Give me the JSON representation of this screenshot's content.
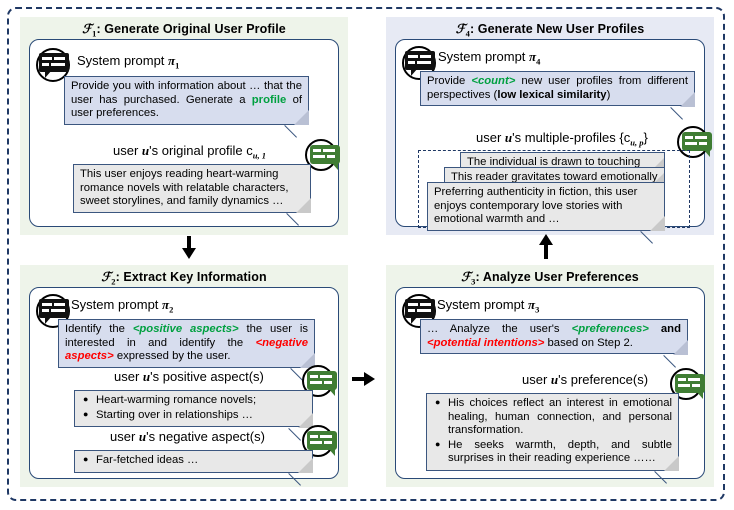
{
  "diagram": {
    "panels": {
      "f1": {
        "id": "F1",
        "sub": "1",
        "title": ": Generate Original User Profile",
        "prompt_label_prefix": "System prompt ",
        "prompt_symbol": "π",
        "prompt_sub": "1",
        "prompt_text_a": "Provide you with information about … that the user has purchased. Generate a ",
        "prompt_kw": "profile",
        "prompt_text_b": " of user preferences.",
        "output_label": "user u's original profile c",
        "output_label_var": "u",
        "output_label_sub": "u, 1",
        "output_text": "This user enjoys reading heart-warming romance novels with relatable characters, sweet storylines, and family dynamics …"
      },
      "f2": {
        "id": "F2",
        "sub": "2",
        "title": ": Extract Key Information",
        "prompt_label_prefix": "System prompt ",
        "prompt_symbol": "π",
        "prompt_sub": "2",
        "prompt_a": "Identify the ",
        "prompt_kw1": "<positive aspects>",
        "prompt_b": " the user is interested in and identify the ",
        "prompt_kw2": "<negative aspects>",
        "prompt_c": " expressed by the user.",
        "pos_label": "user u's positive aspect(s)",
        "pos_items": [
          "Heart-warming romance novels;",
          "Starting over in relationships …"
        ],
        "neg_label": "user u's negative aspect(s)",
        "neg_items": [
          "Far-fetched ideas …"
        ]
      },
      "f3": {
        "id": "F3",
        "sub": "3",
        "title": ": Analyze User Preferences",
        "prompt_label_prefix": "System prompt ",
        "prompt_symbol": "π",
        "prompt_sub": "3",
        "prompt_a": "… Analyze the user's ",
        "prompt_kw1": "<preferences>",
        "prompt_b": " and ",
        "prompt_kw2": "<potential intentions>",
        "prompt_c": " based on Step 2.",
        "pref_label": "user u's preference(s)",
        "pref_items": [
          "His choices reflect an interest in emotional healing, human connection, and personal transformation.",
          "He seeks warmth, depth, and subtle surprises in their reading experience ……"
        ]
      },
      "f4": {
        "id": "F4",
        "sub": "4",
        "title": ": Generate New User Profiles",
        "prompt_label_prefix": "System prompt ",
        "prompt_symbol": "π",
        "prompt_sub": "4",
        "prompt_a": "Provide ",
        "prompt_kw1": "<count>",
        "prompt_b": " new user profiles from different perspectives (",
        "prompt_kw2": "low lexical similarity",
        "prompt_c": ")",
        "output_label": "user u's multiple-profiles {c",
        "output_label_sub": "u, p",
        "output_label_close": "}",
        "stack": [
          "The individual is drawn to touching",
          "This reader gravitates toward emotionally",
          "Preferring authenticity in fiction, this user enjoys contemporary love stories with emotional warmth and …"
        ]
      }
    },
    "icons": {
      "system_prompt": "speech-bubble-black-icon",
      "output": "speech-bubble-green-icon",
      "arrow_down": "arrow-down-icon",
      "arrow_right": "arrow-right-icon",
      "arrow_up": "arrow-up-icon"
    },
    "colors": {
      "outer_border": "#1f3864",
      "panel_green": "#eef4ea",
      "panel_blue": "#e7eaf4",
      "card_border": "#2a4a77",
      "bubble_system": "#d7ddee",
      "bubble_output": "#e8e8e8",
      "keyword_green": "#00a040",
      "keyword_red": "#ff0000",
      "icon_green": "#3f7d33"
    }
  }
}
